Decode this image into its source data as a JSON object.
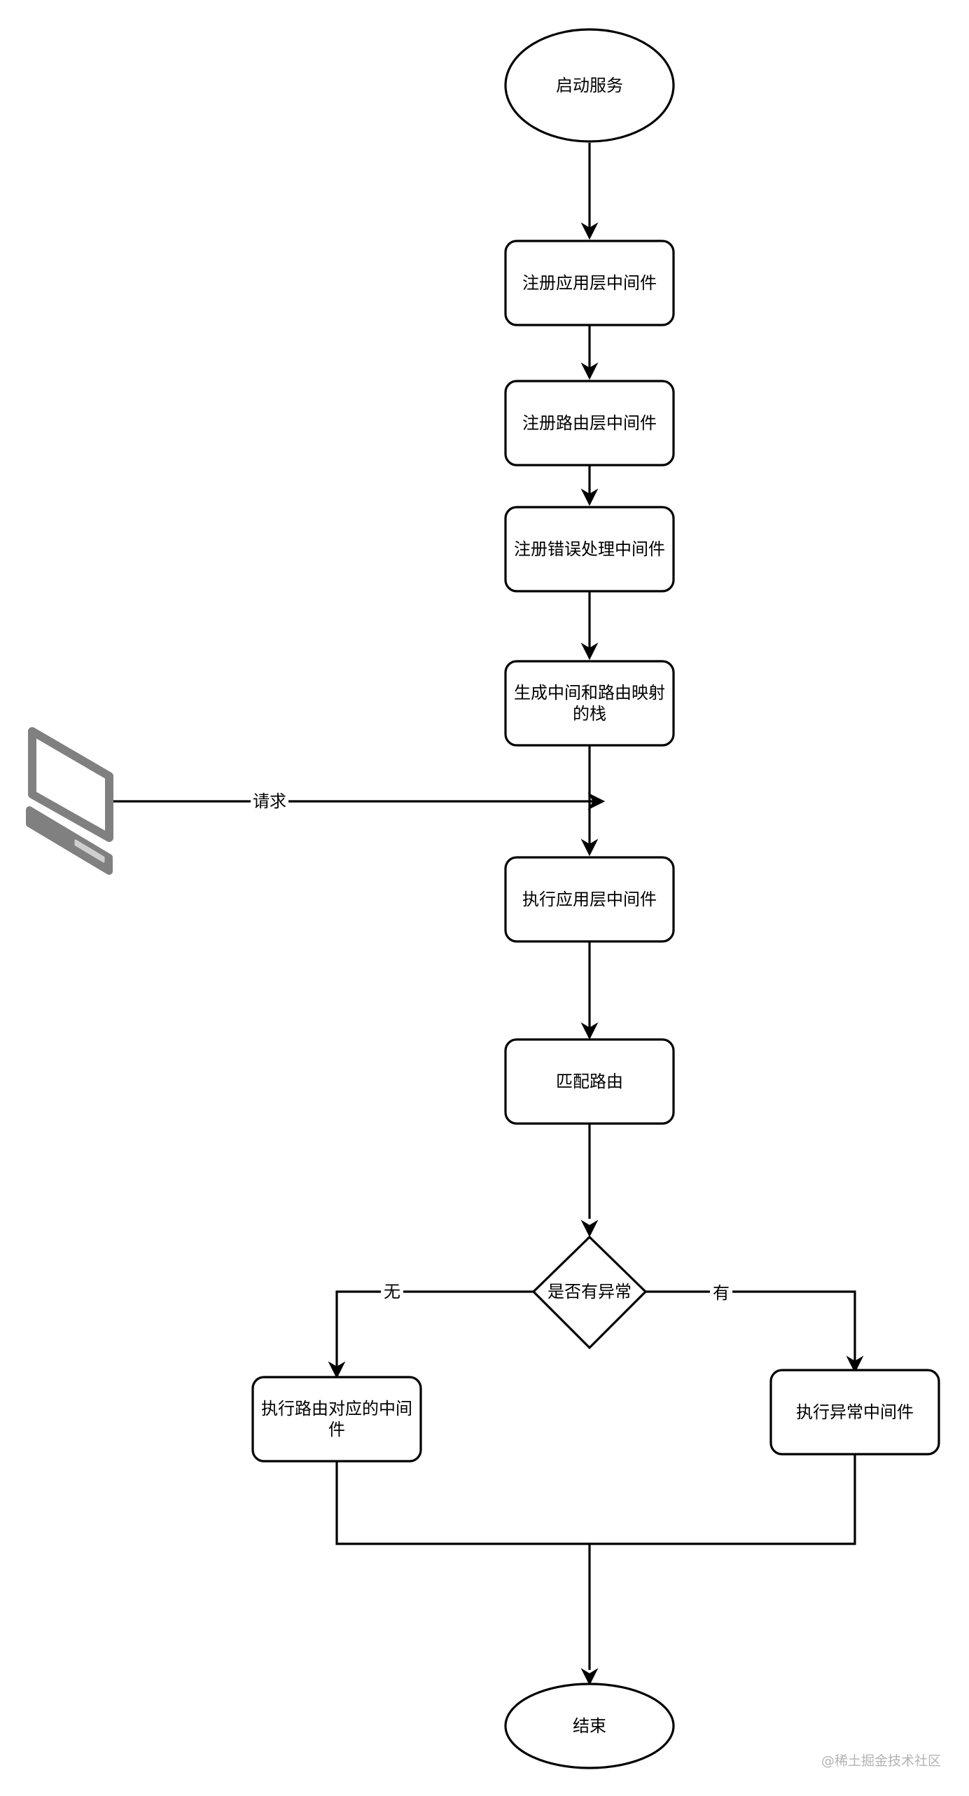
{
  "nodes": {
    "start": {
      "label": "启动服务"
    },
    "register_app": {
      "label": "注册应用层中间件"
    },
    "register_router": {
      "label": "注册路由层中间件"
    },
    "register_error": {
      "label": "注册错误处理中间件"
    },
    "build_stack": {
      "line1": "生成中间和路由映射",
      "line2": "的栈"
    },
    "exec_app": {
      "label": "执行应用层中间件"
    },
    "match_route": {
      "label": "匹配路由"
    },
    "has_error": {
      "label": "是否有异常"
    },
    "exec_route": {
      "line1": "执行路由对应的中间",
      "line2": "件"
    },
    "exec_error": {
      "label": "执行异常中间件"
    },
    "end": {
      "label": "结束"
    }
  },
  "edges": {
    "request": {
      "label": "请求"
    },
    "no_error": {
      "label": "无"
    },
    "yes_error": {
      "label": "有"
    }
  },
  "client": {
    "icon": "computer-icon",
    "color": "#808080"
  },
  "watermark": {
    "text": "@稀土掘金技术社区"
  }
}
